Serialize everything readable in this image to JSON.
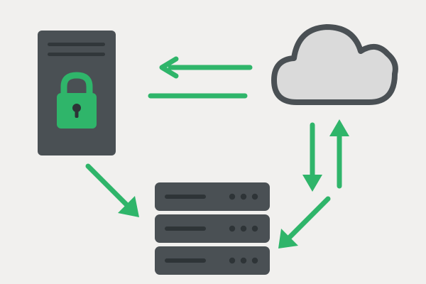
{
  "colors": {
    "background": "#f1f0ee",
    "device_body": "#4a5054",
    "device_line": "#31373a",
    "accent_green": "#2fb56a",
    "lock_shackle": "#2fb56a",
    "lock_keyhole": "#2d3336",
    "cloud_fill": "#dadada",
    "cloud_outline": "#4a5054",
    "server_body": "#4a5054",
    "server_detail": "#2e3437"
  },
  "icons": {
    "device": "locked-device-icon",
    "lock": "padlock-icon",
    "cloud": "cloud-icon",
    "server": "server-stack-icon",
    "arrow": "arrow-icon"
  },
  "diagram": {
    "nodes": [
      {
        "id": "secure-device",
        "icon": "locked-device-icon"
      },
      {
        "id": "cloud",
        "icon": "cloud-icon"
      },
      {
        "id": "server",
        "icon": "server-stack-icon"
      }
    ],
    "edges": [
      {
        "id": "cloud-to-device",
        "from": "cloud",
        "to": "secure-device",
        "arrowhead": true
      },
      {
        "id": "device-to-cloud",
        "from": "secure-device",
        "to": "cloud",
        "arrowhead": false
      },
      {
        "id": "device-to-server",
        "from": "secure-device",
        "to": "server",
        "arrowhead": true
      },
      {
        "id": "cloud-to-server-vertical",
        "from": "cloud",
        "to": "server",
        "arrowhead": true
      },
      {
        "id": "server-to-cloud-vertical",
        "from": "server",
        "to": "cloud",
        "arrowhead": true
      },
      {
        "id": "cloud-to-server-diagonal",
        "from": "cloud",
        "to": "server",
        "arrowhead": true
      }
    ]
  }
}
